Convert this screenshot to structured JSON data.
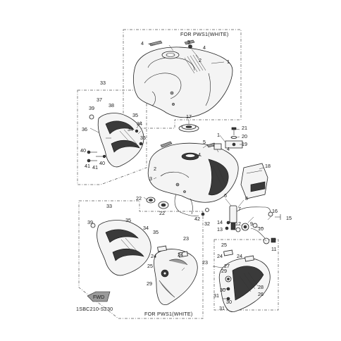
{
  "captions": {
    "top_box": "FOR PWS1(WHITE)",
    "bottom_box": "FOR PWS1(WHITE)",
    "drawing_code": "1SBC210-S230",
    "fwd_arrow": "FWD"
  },
  "callouts": {
    "c1a": "1",
    "c2a": "2",
    "c4a": "4",
    "c4b": "4",
    "c5a": "5",
    "c33a": "33",
    "c37": "37",
    "c38": "38",
    "c39a": "39",
    "c36": "36",
    "c35a": "35",
    "c34a": "34",
    "c34b": "34",
    "c35b": "35",
    "c40a": "40",
    "c41a": "41",
    "c41b": "41",
    "c40b": "40",
    "c17": "17",
    "c1b": "1",
    "c21": "21",
    "c20": "20",
    "c19": "19",
    "c5b": "5",
    "c4c": "4",
    "c4d": "4",
    "c3": "3",
    "c2b": "2",
    "c18": "18",
    "c22a": "22",
    "c22b": "22",
    "c42": "42",
    "c32": "32",
    "c6": "6",
    "c7": "7",
    "c8": "8",
    "c16": "16",
    "c14": "14",
    "c13": "13",
    "c12": "12",
    "c9": "9",
    "c10": "10",
    "c15": "15",
    "c11": "11",
    "c33b": "33",
    "c39b": "39",
    "c35c": "35",
    "c34c": "34",
    "c35d": "35",
    "c23a": "23",
    "c24a": "24",
    "c25a": "25",
    "c24b": "24",
    "c29a": "29",
    "c25b": "25",
    "c24c": "24",
    "c24d": "24",
    "c23b": "23",
    "c27": "27",
    "c29b": "29",
    "c28": "28",
    "c26": "26",
    "c30a": "30",
    "c31a": "31",
    "c30b": "30",
    "c31b": "31"
  }
}
